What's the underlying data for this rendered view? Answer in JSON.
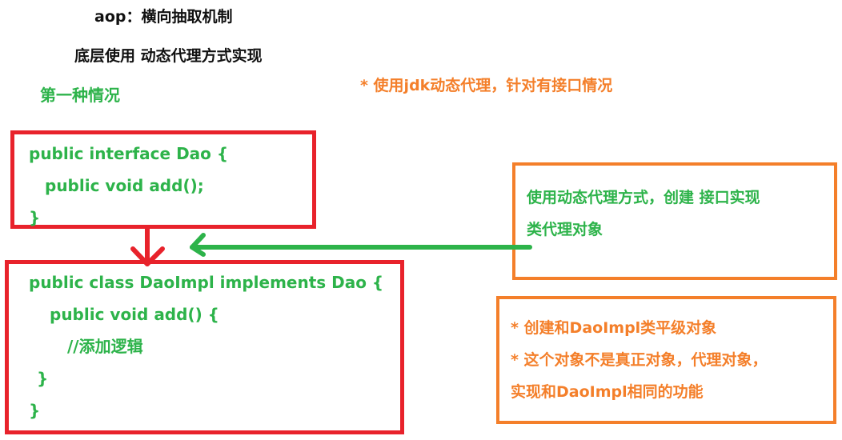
{
  "header": {
    "title": "aop：横向抽取机制",
    "subtitle": "底层使用 动态代理方式实现",
    "case_label": "第一种情况",
    "jdk_note": "* 使用jdk动态代理，针对有接口情况"
  },
  "interface_box": {
    "lines": [
      "public interface Dao {",
      "  public void add();",
      "}"
    ]
  },
  "impl_box": {
    "lines": [
      "public class DaoImpl implements Dao {",
      "  public void add() {",
      "    //添加逻辑",
      "  }",
      "}"
    ]
  },
  "proxy_box": {
    "lines": [
      "使用动态代理方式，创建 接口实现",
      "类代理对象"
    ]
  },
  "note_box": {
    "lines": [
      "* 创建和DaoImpl类平级对象",
      "* 这个对象不是真正对象，代理对象，",
      "实现和DaoImpl相同的功能"
    ]
  },
  "colors": {
    "red": "#e8222b",
    "green": "#2db34a",
    "orange": "#f47f2a",
    "text": "#111111"
  }
}
